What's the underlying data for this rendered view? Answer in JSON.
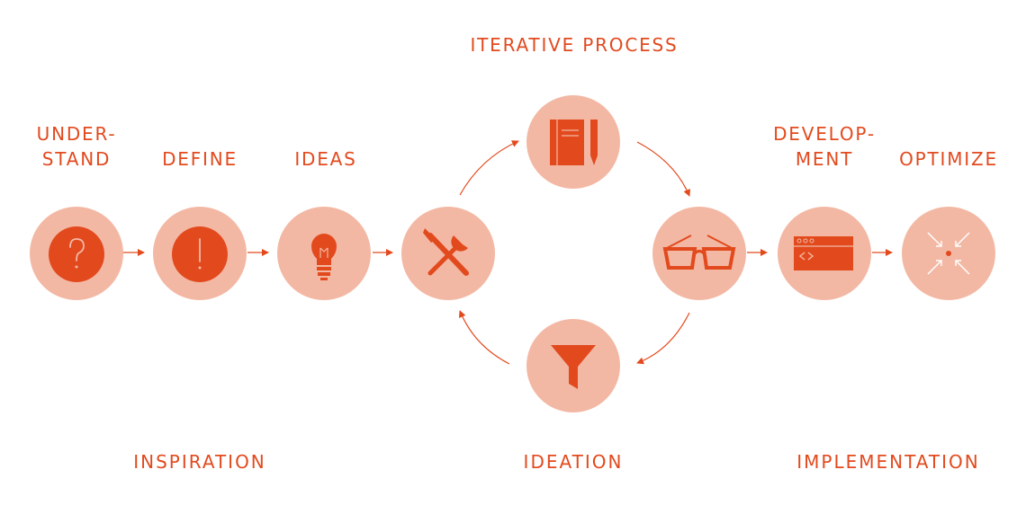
{
  "colors": {
    "accent": "#e24a1e",
    "circle_fill": "#f3b8a4",
    "icon_light": "#f3b8a4"
  },
  "top_label": "ITERATIVE PROCESS",
  "steps": [
    {
      "line1": "UNDER-",
      "line2": "STAND",
      "icon": "question-mark-icon"
    },
    {
      "line1": "DEFINE",
      "icon": "exclamation-mark-icon"
    },
    {
      "line1": "IDEAS",
      "icon": "light-bulb-icon"
    },
    {
      "icon": "tools-icon"
    },
    {
      "icon": "notebook-pencil-icon"
    },
    {
      "icon": "glasses-icon"
    },
    {
      "icon": "funnel-icon"
    },
    {
      "line1": "DEVELOP-",
      "line2": "MENT",
      "icon": "code-window-icon"
    },
    {
      "line1": "OPTIMIZE",
      "icon": "focus-arrows-icon"
    }
  ],
  "groups": {
    "inspiration": "INSPIRATION",
    "ideation": "IDEATION",
    "implementation": "IMPLEMENTATION"
  }
}
